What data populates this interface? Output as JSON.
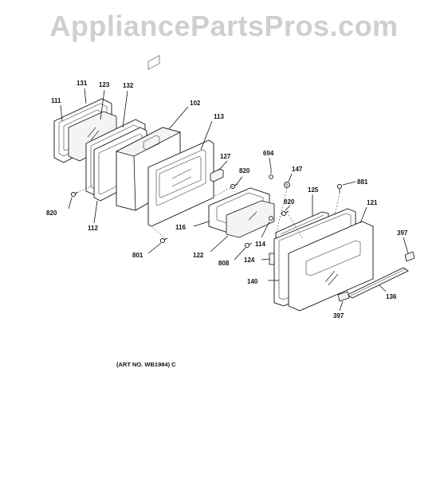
{
  "watermark": "AppliancePartsPros.com",
  "art_number": "(ART NO. WB1984) C",
  "labels": {
    "l131": "131",
    "l123": "123",
    "l132": "132",
    "l111": "111",
    "l102": "102",
    "l113": "113",
    "l127": "127",
    "l694": "694",
    "l820a": "820",
    "l147": "147",
    "l881": "881",
    "l820b": "820",
    "l125": "125",
    "l820c": "820",
    "l121": "121",
    "l112": "112",
    "l116": "116",
    "l397a": "397",
    "l801": "801",
    "l114": "114",
    "l122": "122",
    "l808": "808",
    "l124": "124",
    "l140": "140",
    "l136": "136",
    "l397b": "397"
  }
}
